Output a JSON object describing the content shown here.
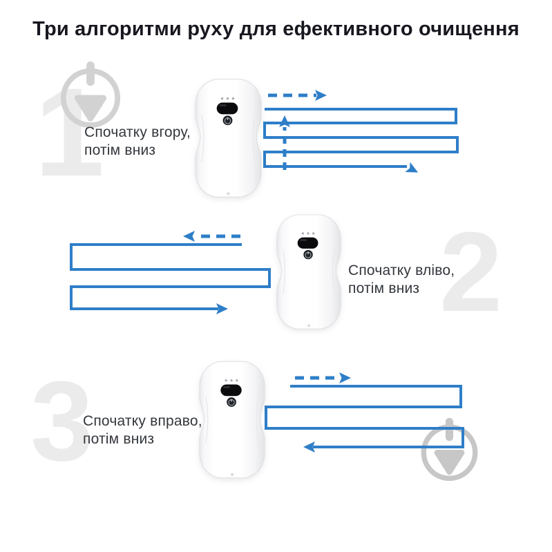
{
  "title": "Три алгоритми руху для ефективного очищення",
  "sections": [
    {
      "number": "1",
      "label_top": "Спочатку вгору,",
      "label_bottom": "потім вниз",
      "dashed_arrow_direction": "right",
      "extra_dashed_arrow_direction": "up",
      "path_shape": "serpentine ending with right arrow"
    },
    {
      "number": "2",
      "label_top": "Спочатку вліво,",
      "label_bottom": "потім вниз",
      "dashed_arrow_direction": "left",
      "path_shape": "serpentine ending with right arrow"
    },
    {
      "number": "3",
      "label_top": "Спочатку вправо,",
      "label_bottom": "потім вниз",
      "dashed_arrow_direction": "right",
      "path_shape": "serpentine ending with left arrow"
    }
  ],
  "robot": {
    "type": "window-cleaning-robot",
    "led_count": 3,
    "front_elements": [
      "status-leds",
      "sensor-window",
      "power-button"
    ]
  },
  "watermark": {
    "icon": "trowel-in-circle-logo",
    "positions": [
      "top-left",
      "bottom-right"
    ]
  },
  "colors": {
    "arrow_blue": "#2e7ec8",
    "title_text": "#17171f",
    "caption_text": "#33373c",
    "number_gray": "#ebebeb",
    "watermark_gray": "#cbcbcb",
    "background": "#ffffff"
  }
}
